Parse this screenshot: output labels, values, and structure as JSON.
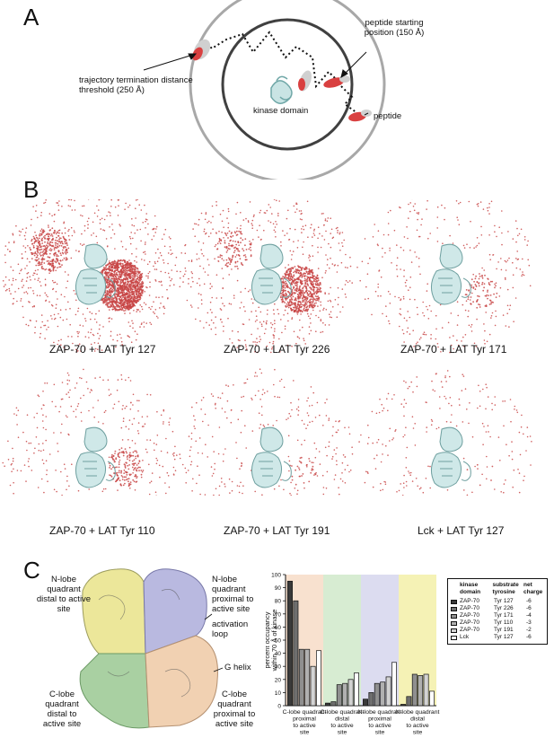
{
  "panelA": {
    "letter": "A",
    "label_termination": "trajectory termination distance threshold (250 Å)",
    "label_start": "peptide starting position (150 Å)",
    "label_kinase": "kinase domain",
    "label_peptide": "peptide"
  },
  "panelB": {
    "letter": "B",
    "captions": [
      "ZAP-70 + LAT Tyr 127",
      "ZAP-70 + LAT Tyr 226",
      "ZAP-70 + LAT Tyr 171",
      "ZAP-70 + LAT Tyr 110",
      "ZAP-70 + LAT Tyr 191",
      "Lck + LAT Tyr 127"
    ]
  },
  "panelC": {
    "letter": "C",
    "labels": {
      "nlobe_distal": "N-lobe quadrant distal to active site",
      "nlobe_proximal": "N-lobe quadrant proximal to active site",
      "activation_loop": "activation loop",
      "g_helix": "G helix",
      "clobe_distal": "C-lobe quadrant distal to active site",
      "clobe_proximal": "C-lobe quadrant proximal to active site"
    },
    "legend_headers": [
      "kinase domain",
      "substrate tyrosine",
      "net charge"
    ],
    "legend_rows": [
      {
        "kinase": "ZAP-70",
        "tyrosine": "Tyr 127",
        "charge": "-6",
        "color": "#3a3a3a"
      },
      {
        "kinase": "ZAP-70",
        "tyrosine": "Tyr 226",
        "charge": "-6",
        "color": "#6e6e6e"
      },
      {
        "kinase": "ZAP-70",
        "tyrosine": "Tyr 171",
        "charge": "-4",
        "color": "#8f8f8f"
      },
      {
        "kinase": "ZAP-70",
        "tyrosine": "Tyr 110",
        "charge": "-3",
        "color": "#b0b0b0"
      },
      {
        "kinase": "ZAP-70",
        "tyrosine": "Tyr 191",
        "charge": "-2",
        "color": "#d3d3d3"
      },
      {
        "kinase": "Lck",
        "tyrosine": "Tyr 127",
        "charge": "-6",
        "color": "#ffffff"
      }
    ]
  },
  "chart_data": {
    "type": "bar",
    "ylabel": "percent occupancy within 70 Å of kinase",
    "ylim": [
      0,
      100
    ],
    "yticks": [
      0,
      10,
      20,
      30,
      40,
      50,
      60,
      70,
      80,
      90,
      100
    ],
    "categories": [
      "C-lobe quadrant proximal to active site",
      "C-lobe quadrant distal to active site",
      "N-lobe quadrant proximal to active site",
      "N-lobe quadrant distal to active site"
    ],
    "category_colors": [
      "#f8e1cf",
      "#d7ecd2",
      "#dcdcf0",
      "#f5f2b5"
    ],
    "series": [
      {
        "name": "ZAP-70 Tyr 127",
        "color": "#3a3a3a",
        "values": [
          95,
          2,
          5,
          1
        ]
      },
      {
        "name": "ZAP-70 Tyr 226",
        "color": "#6e6e6e",
        "values": [
          80,
          3,
          10,
          7
        ]
      },
      {
        "name": "ZAP-70 Tyr 171",
        "color": "#8f8f8f",
        "values": [
          43,
          16,
          17,
          24
        ]
      },
      {
        "name": "ZAP-70 Tyr 110",
        "color": "#b0b0b0",
        "values": [
          43,
          17,
          18,
          23
        ]
      },
      {
        "name": "ZAP-70 Tyr 191",
        "color": "#d3d3d3",
        "values": [
          30,
          20,
          22,
          24
        ]
      },
      {
        "name": "Lck Tyr 127",
        "color": "#ffffff",
        "values": [
          42,
          25,
          33,
          11
        ]
      }
    ]
  }
}
